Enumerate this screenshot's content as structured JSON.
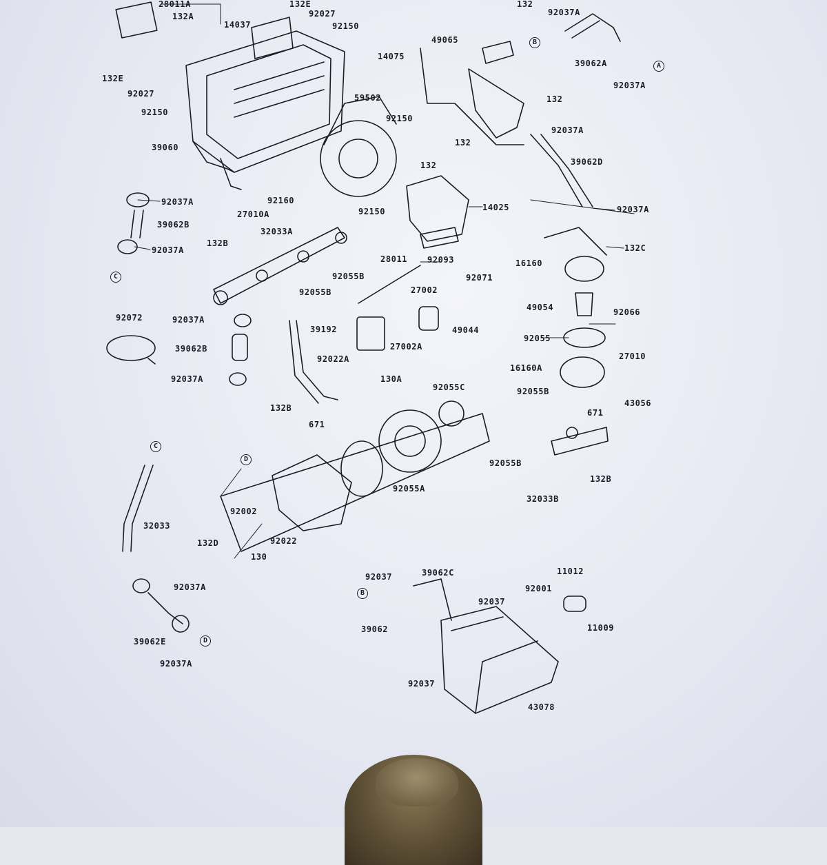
{
  "callouts": [
    {
      "id": "A",
      "name": "callout-a"
    },
    {
      "id": "B",
      "name": "callout-b-top"
    },
    {
      "id": "C",
      "name": "callout-c-left"
    },
    {
      "id": "C",
      "name": "callout-c-lower"
    },
    {
      "id": "D",
      "name": "callout-d-mid"
    },
    {
      "id": "D",
      "name": "callout-d-bottom"
    },
    {
      "id": "B",
      "name": "callout-b-bottom"
    }
  ],
  "labels": [
    "28011A",
    "132A",
    "132E",
    "92027",
    "14037",
    "92150",
    "132E",
    "92027",
    "92150",
    "39060",
    "59502",
    "92150",
    "132",
    "132",
    "92160",
    "27010A",
    "92150",
    "14025",
    "132",
    "92037A",
    "49065",
    "14075",
    "39062A",
    "92037A",
    "132",
    "92037A",
    "39062D",
    "92037A",
    "92037A",
    "39062B",
    "92037A",
    "32033A",
    "132B",
    "92055B",
    "92055B",
    "28011",
    "92093",
    "92071",
    "27002",
    "132C",
    "16160",
    "49054",
    "92066",
    "92072",
    "92037A",
    "39062B",
    "92037A",
    "39192",
    "27002A",
    "49044",
    "92055",
    "27010",
    "16160A",
    "43056",
    "92022A",
    "130A",
    "132B",
    "92055C",
    "92055B",
    "671",
    "671",
    "92055B",
    "132B",
    "32033B",
    "92055A",
    "92002",
    "92022",
    "130",
    "132D",
    "32033",
    "92037A",
    "39062E",
    "92037A",
    "92037",
    "39062C",
    "92037",
    "11012",
    "92001",
    "11009",
    "39062",
    "92037",
    "43078"
  ]
}
